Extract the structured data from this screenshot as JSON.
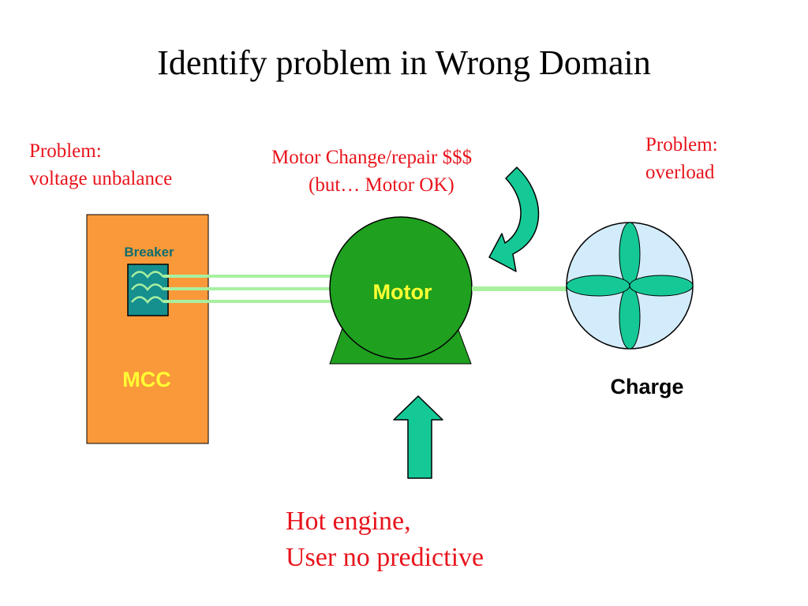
{
  "title": "Identify problem in Wrong Domain",
  "problem_left": {
    "line1": "Problem:",
    "line2": "voltage unbalance"
  },
  "problem_right": {
    "line1": "Problem:",
    "line2": "overload"
  },
  "motor_change": {
    "line1": "Motor Change/repair $$$",
    "line2": "(but… Motor OK)"
  },
  "hot_engine": {
    "line1": "Hot engine,",
    "line2": "User no predictive"
  },
  "labels": {
    "breaker": "Breaker",
    "mcc": "MCC",
    "motor": "Motor",
    "charge": "Charge"
  },
  "colors": {
    "mcc_fill": "#f9993a",
    "breaker_fill": "#168f8f",
    "motor_fill": "#1fa01f",
    "wire": "#a8f0a0",
    "arrow_fill": "#15c996",
    "fan_circle": "#d3ecfb",
    "fan_blade": "#15c996",
    "red_text": "#e8141c",
    "yellow_text": "#ffff33"
  }
}
